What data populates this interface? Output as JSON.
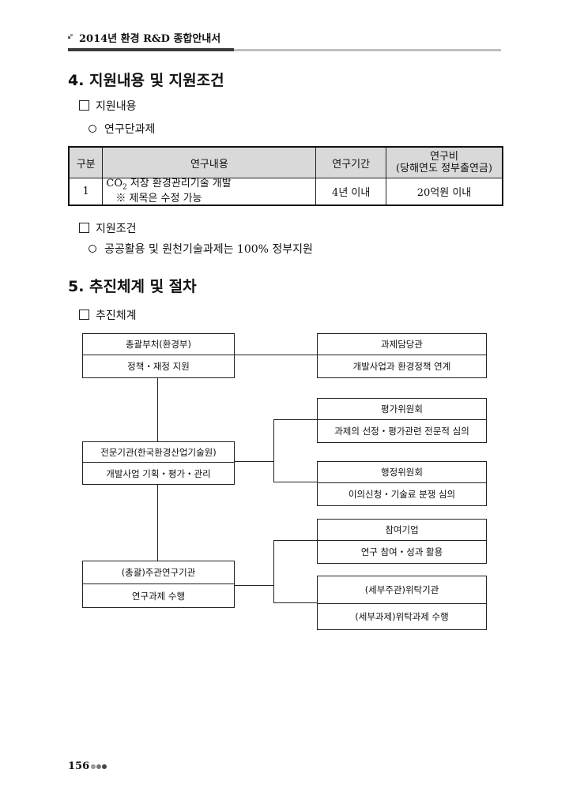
{
  "header": {
    "title": "2014년 환경 R&D 종합안내서"
  },
  "section4": {
    "title": "4. 지원내용 및 지원조건",
    "support_content_label": "지원내용",
    "sub_label": "연구단과제",
    "table": {
      "headers": [
        "구분",
        "연구내용",
        "연구기간",
        "연구비",
        "(당해연도 정부출연금)"
      ],
      "rows": [
        {
          "no": "1",
          "content_main_prefix": "CO",
          "content_main_sub": "2",
          "content_main_rest": " 저장 환경관리기술 개발",
          "content_note": "※ 제목은 수정 가능",
          "period": "4년 이내",
          "budget": "20억원 이내"
        }
      ]
    },
    "conditions_label": "지원조건",
    "conditions_text": "공공활용 및 원천기술과제는 100% 정부지원"
  },
  "section5": {
    "title": "5. 추진체계 및 절차",
    "system_label": "추진체계",
    "chart": {
      "ministry": {
        "title": "총괄부처(환경부)",
        "desc": "정책・재정 지원"
      },
      "manager": {
        "title": "과제담당관",
        "desc": "개발사업과 환경정책 연계"
      },
      "eval": {
        "title": "평가위원회",
        "desc": "과제의 선정・평가관련 전문적 심의"
      },
      "agency": {
        "title": "전문기관(한국환경산업기술원)",
        "desc": "개발사업 기획・평가・관리"
      },
      "admin": {
        "title": "행정위원회",
        "desc": "이의신청・기술료 분쟁 심의"
      },
      "partner": {
        "title": "참여기업",
        "desc": "연구 참여・성과 활용"
      },
      "lead": {
        "title": "(총괄)주관연구기관",
        "desc": "연구과제 수행"
      },
      "contract": {
        "title": "(세부주관)위탁기관",
        "desc": "(세부과제)위탁과제 수행"
      }
    }
  },
  "footer": {
    "page_number": "156"
  }
}
